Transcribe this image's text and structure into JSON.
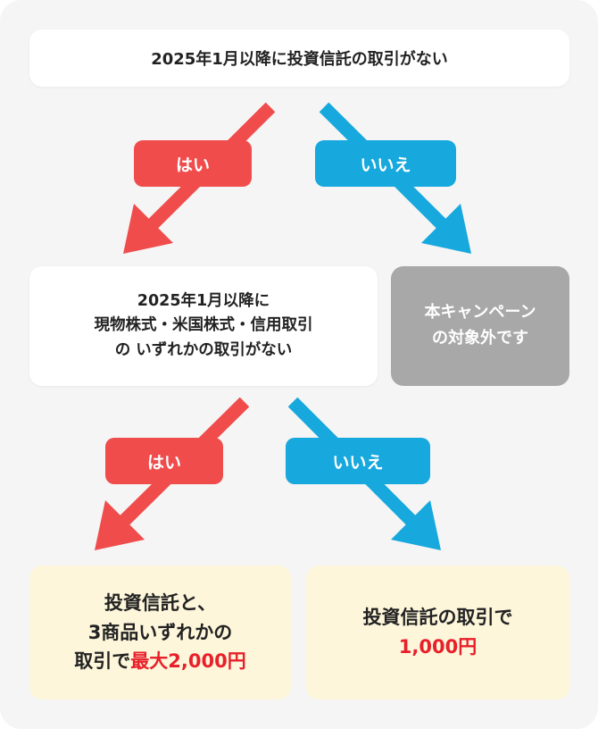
{
  "question1": "2025年1月以降に投資信託の取引がない",
  "question2": {
    "line1": "2025年1月以降に",
    "line2": "現物株式・米国株式・信用取引",
    "line3": "の いずれかの取引がない"
  },
  "labels": {
    "yes": "はい",
    "no": "いいえ"
  },
  "excluded": {
    "line1": "本キャンペーン",
    "line2": "の対象外です"
  },
  "result1": {
    "line1": "投資信託と、",
    "line2": "3商品いずれかの",
    "line3_prefix": "取引で",
    "line3_highlight": "最大2,000円"
  },
  "result2": {
    "line1": "投資信託の取引で",
    "line2_highlight": "1,000円"
  },
  "colors": {
    "yes": "#f04c4c",
    "no": "#17a8dd",
    "highlight": "#e8202a",
    "excluded_bg": "#a8a8a8",
    "result_bg": "#fdf6db"
  }
}
